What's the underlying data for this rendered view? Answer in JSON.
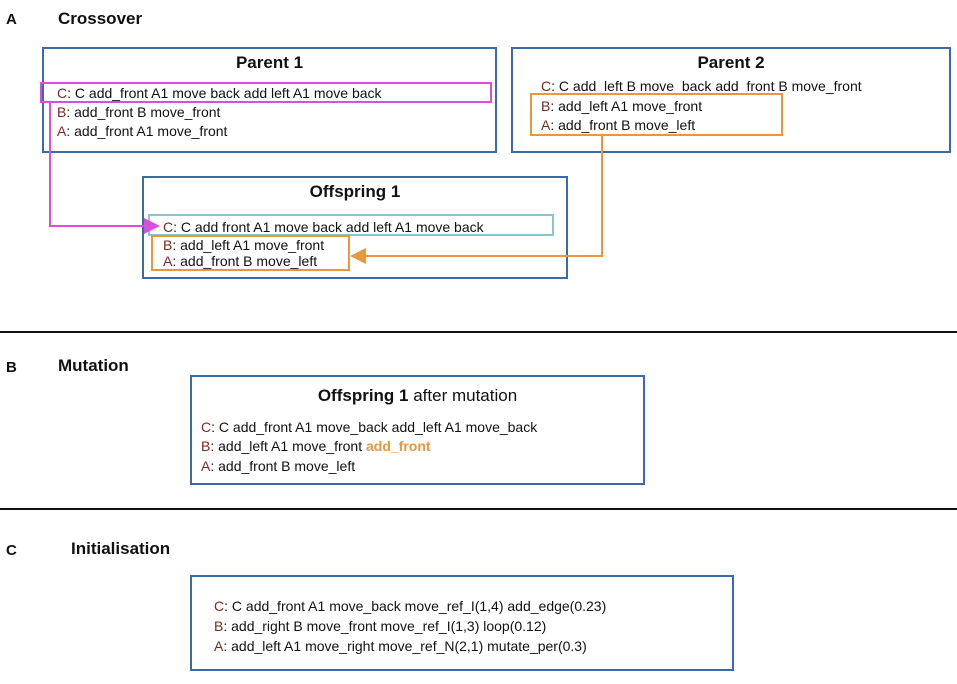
{
  "sections": {
    "a": {
      "letter": "A",
      "title": "Crossover"
    },
    "b": {
      "letter": "B",
      "title": "Mutation"
    },
    "c": {
      "letter": "C",
      "title": "Initialisation"
    }
  },
  "crossover": {
    "parent1": {
      "title": "Parent 1",
      "lines": [
        {
          "label": "C",
          "text": ":  C  add_front  A1 move  back  add  left  A1 move  back"
        },
        {
          "label": "B",
          "text": ":  add_front  B move_front"
        },
        {
          "label": "A",
          "text": ":  add_front  A1 move_front"
        }
      ]
    },
    "parent2": {
      "title": "Parent 2",
      "lines": [
        {
          "label": "C",
          "text": ":  C  add_left  B move_back  add_front  B move_front"
        },
        {
          "label": "B",
          "text": ":  add_left  A1 move_front"
        },
        {
          "label": "A",
          "text": ":  add_front  B move_left"
        }
      ]
    },
    "offspring1": {
      "title": "Offspring 1",
      "lines": [
        {
          "label": "C",
          "text": ":  C  add  front  A1 move  back  add  left  A1 move  back"
        },
        {
          "label": "B",
          "text": ":  add_left  A1 move_front"
        },
        {
          "label": "A",
          "text": ":  add_front  B move_left"
        }
      ]
    }
  },
  "mutation": {
    "title_bold": "Offspring 1",
    "title_rest": " after mutation",
    "lines": [
      {
        "label": "C",
        "text": ":  C  add_front  A1 move_back  add_left  A1 move_back"
      },
      {
        "label": "B",
        "text": ":  add_left  A1 move_front ",
        "added": "add_front"
      },
      {
        "label": "A",
        "text": ":  add_front B move_left"
      }
    ]
  },
  "initialisation": {
    "lines": [
      {
        "label": "C",
        "text": ":  C  add_front  A1 move_back move_ref_I(1,4) add_edge(0.23)"
      },
      {
        "label": "B",
        "text": ":  add_right B move_front move_ref_I(1,3) loop(0.12)"
      },
      {
        "label": "A",
        "text": ":  add_left  A1 move_right move_ref_N(2,1) mutate_per(0.3)"
      }
    ]
  },
  "colors": {
    "box_border": "#3b6aa6",
    "magenta": "#d94fd9",
    "orange": "#e8983c",
    "teal": "#8ec3d0",
    "label": "#7a2a22"
  }
}
